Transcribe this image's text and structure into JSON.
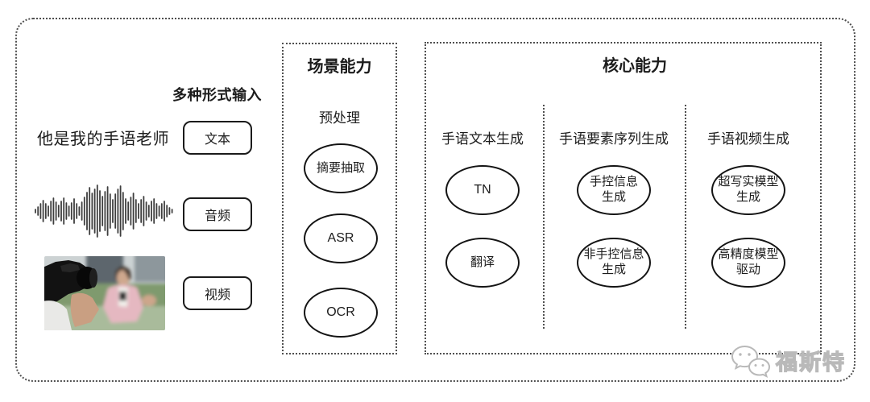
{
  "input_section": {
    "title": "多种形式输入",
    "sample_text": "他是我的手语老师",
    "items": [
      {
        "label": "文本"
      },
      {
        "label": "音频"
      },
      {
        "label": "视频"
      }
    ],
    "waveform_amplitudes": [
      2,
      5,
      9,
      13,
      9,
      6,
      12,
      16,
      11,
      7,
      12,
      16,
      10,
      6,
      10,
      15,
      9,
      5,
      11,
      17,
      23,
      29,
      22,
      27,
      32,
      25,
      18,
      24,
      30,
      21,
      14,
      21,
      27,
      31,
      23,
      15,
      11,
      17,
      22,
      14,
      9,
      14,
      18,
      11,
      7,
      12,
      15,
      9,
      6,
      9,
      12,
      7,
      4,
      2
    ]
  },
  "scene_box": {
    "title": "场景能力",
    "subtitle": "预处理",
    "nodes": [
      "摘要抽取",
      "ASR",
      "OCR"
    ]
  },
  "core_box": {
    "title": "核心能力",
    "columns": [
      {
        "header": "手语文本生成",
        "nodes": [
          "TN",
          "翻译"
        ]
      },
      {
        "header": "手语要素序列生成",
        "nodes": [
          "手控信息\n生成",
          "非手控信息\n生成"
        ]
      },
      {
        "header": "手语视频生成",
        "nodes": [
          "超写实模型\n生成",
          "高精度模型\n驱动"
        ]
      }
    ]
  },
  "watermark": {
    "text": "福斯特",
    "logo": "wechat-icon"
  },
  "colors": {
    "ink": "#1c1c1c",
    "solid_border": "#1b1b1b",
    "dotted_border": "#4f4f4f",
    "watermark_gray": "#b9b9b9"
  }
}
